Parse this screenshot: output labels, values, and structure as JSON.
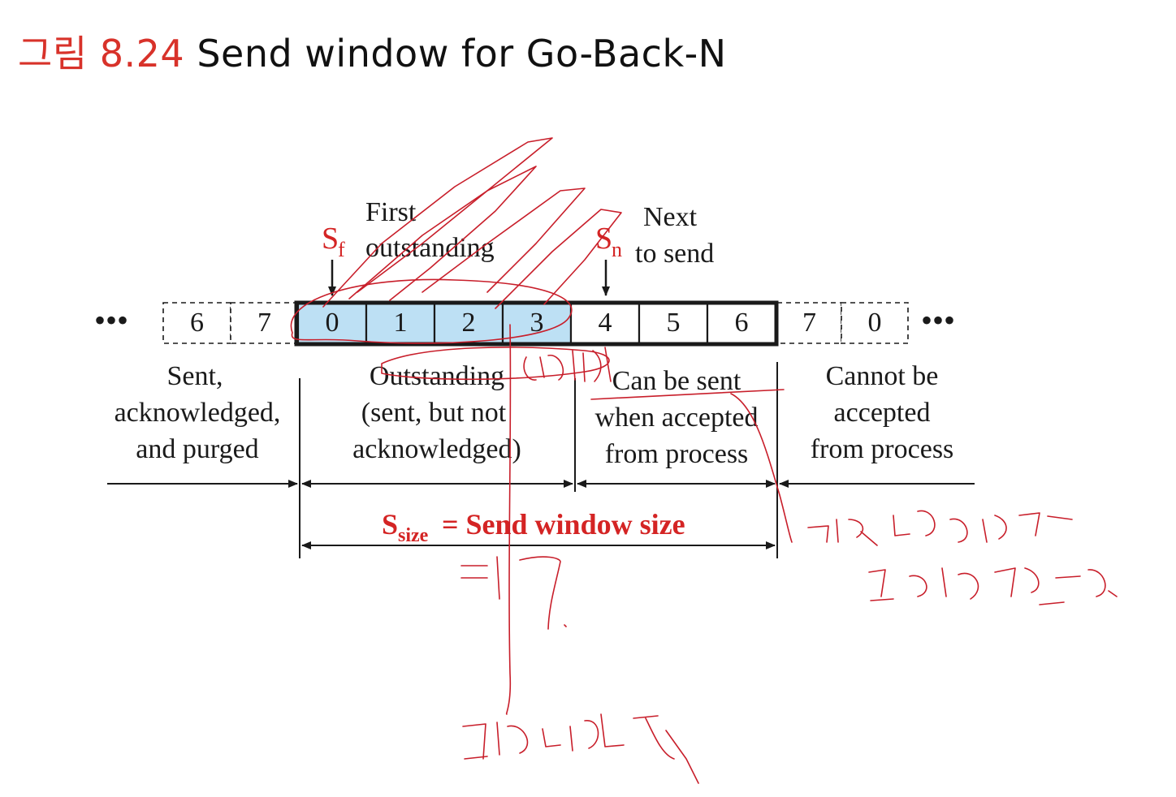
{
  "title": {
    "figure_label": "그림 8.24",
    "caption": "Send window for Go-Back-N"
  },
  "diagram": {
    "sequence_cells": [
      {
        "label": "6",
        "state": "acked"
      },
      {
        "label": "7",
        "state": "acked"
      },
      {
        "label": "0",
        "state": "outstanding"
      },
      {
        "label": "1",
        "state": "outstanding"
      },
      {
        "label": "2",
        "state": "outstanding"
      },
      {
        "label": "3",
        "state": "outstanding"
      },
      {
        "label": "4",
        "state": "sendable"
      },
      {
        "label": "5",
        "state": "sendable"
      },
      {
        "label": "6",
        "state": "sendable"
      },
      {
        "label": "7",
        "state": "blocked"
      },
      {
        "label": "0",
        "state": "blocked"
      }
    ],
    "dots": "•••",
    "pointer_sf": {
      "symbol": "S",
      "subscript": "f",
      "desc_line1": "First",
      "desc_line2": "outstanding"
    },
    "pointer_sn": {
      "symbol": "S",
      "subscript": "n",
      "desc_line1": "Next",
      "desc_line2": "to send"
    },
    "region_acked": {
      "line1": "Sent,",
      "line2": "acknowledged,",
      "line3": "and purged"
    },
    "region_outstanding": {
      "line1": "Outstanding",
      "line2": "(sent, but not",
      "line3": "acknowledged)"
    },
    "region_sendable": {
      "line1": "Can be sent",
      "line2": "when accepted",
      "line3": "from process"
    },
    "region_blocked": {
      "line1": "Cannot be",
      "line2": "accepted",
      "line3": "from process"
    },
    "window_size": {
      "symbol": "S",
      "subscript": "size",
      "text": "= Send window size"
    }
  },
  "colors": {
    "outstanding_fill": "#bde0f4",
    "accent_red": "#d42424",
    "ink_red": "#c81e2a",
    "text": "#1a1a1a"
  }
}
